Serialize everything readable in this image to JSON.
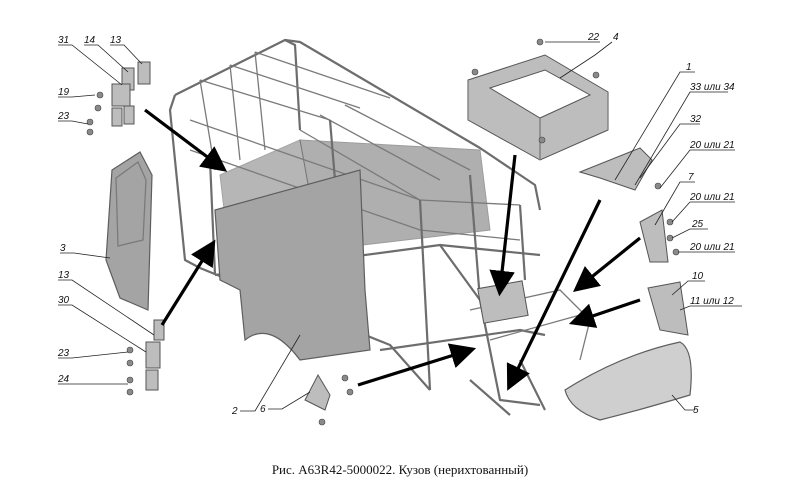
{
  "caption": "Рис. А63R42-5000022. Кузов (нерихтованный)",
  "callouts": {
    "c31": "31",
    "c14": "14",
    "c13a": "13",
    "c19": "19",
    "c23a": "23",
    "c3": "3",
    "c13b": "13",
    "c30": "30",
    "c23b": "23",
    "c24": "24",
    "c2": "2",
    "c6": "6",
    "c22": "22",
    "c4": "4",
    "c1": "1",
    "c33": "33 или 34",
    "c32": "32",
    "c20a": "20 или 21",
    "c7": "7",
    "c20b": "20 или 21",
    "c25": "25",
    "c20c": "20 или 21",
    "c10": "10",
    "c11": "11 или 12",
    "c5": "5"
  }
}
